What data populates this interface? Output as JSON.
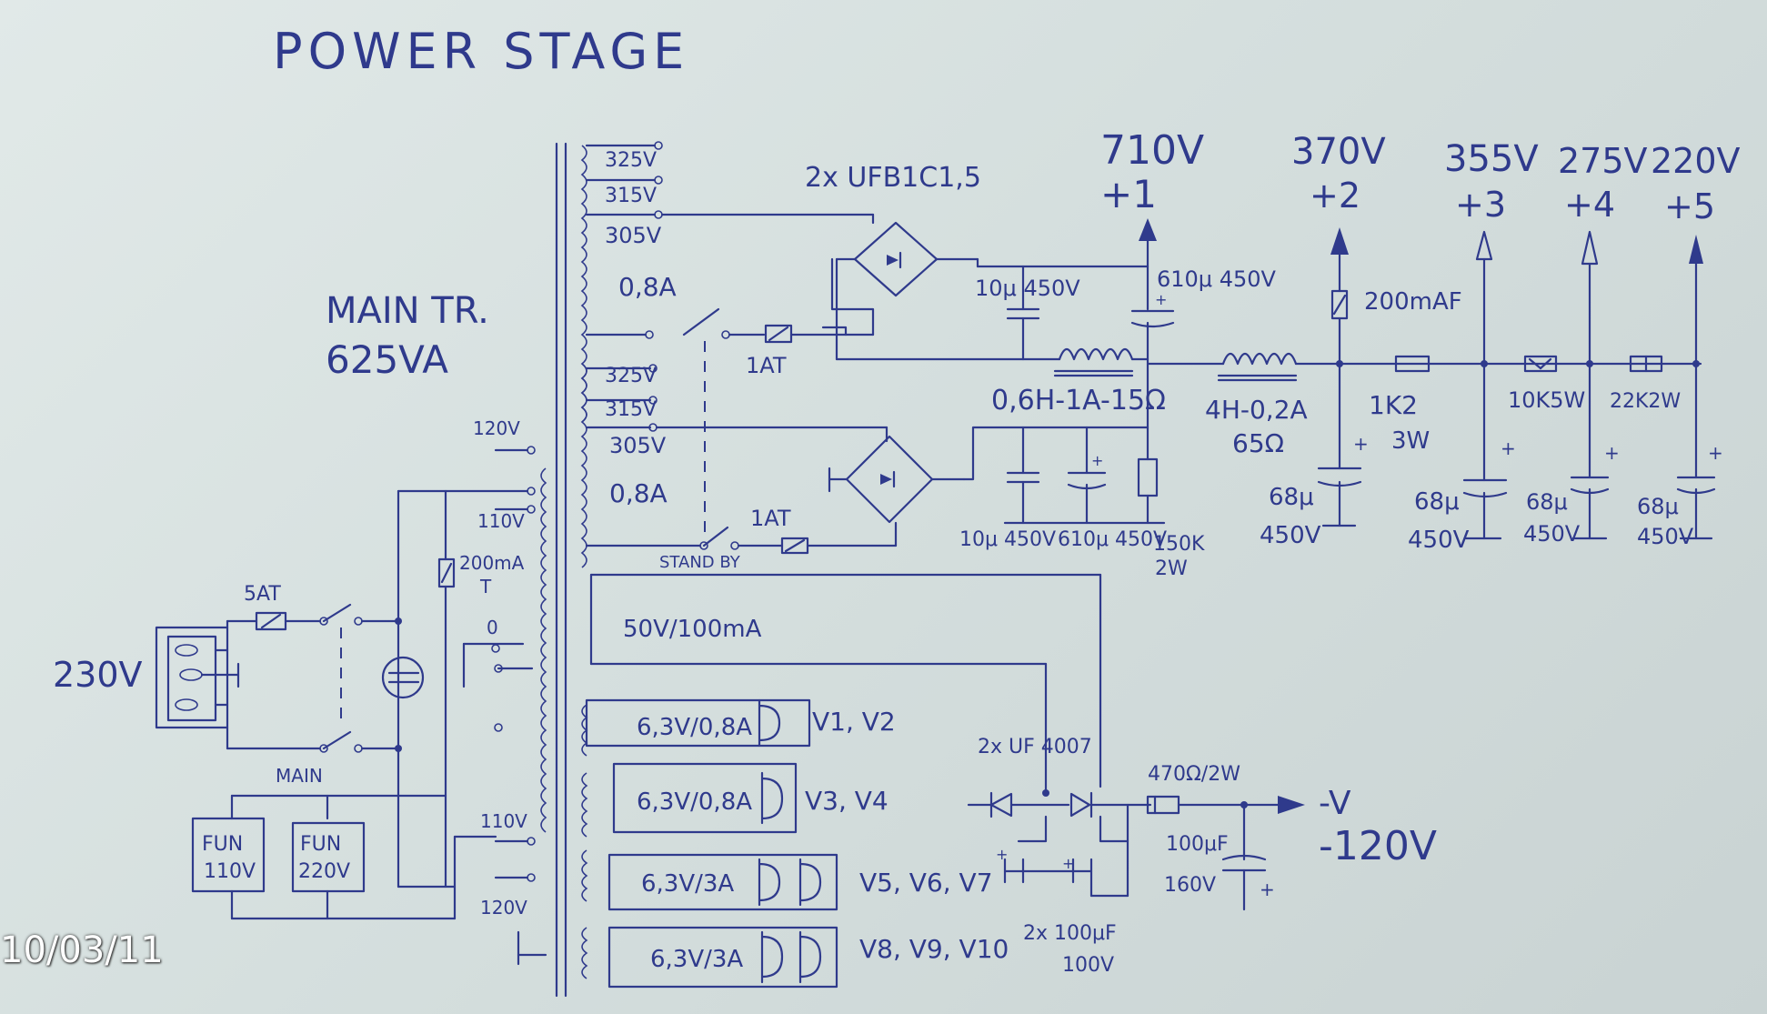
{
  "title": "POWER STAGE",
  "transformer": {
    "name": "MAIN TR.",
    "rating": "625VA"
  },
  "mains": {
    "input": "230V",
    "fuse": "5AT",
    "switch": "MAIN",
    "primary_fuse": "200mA",
    "primary_fuse_type": "T",
    "taps": [
      "120V",
      "110V",
      "0",
      "110V",
      "120V"
    ],
    "fans": [
      "FUN\n110V",
      "FUN\n220V"
    ]
  },
  "secondary1": {
    "taps": [
      "325V",
      "315V",
      "305V"
    ],
    "current": "0,8A",
    "fuse": "1AT",
    "bridge": "2x UFB1C1,5"
  },
  "secondary2": {
    "taps": [
      "325V",
      "315V",
      "305V"
    ],
    "current": "0,8A",
    "fuse": "1AT",
    "switch": "STAND BY"
  },
  "rails": [
    {
      "voltage": "710V",
      "id": "+1"
    },
    {
      "voltage": "370V",
      "id": "+2"
    },
    {
      "voltage": "355V",
      "id": "+3"
    },
    {
      "voltage": "275V",
      "id": "+4"
    },
    {
      "voltage": "220V",
      "id": "+5"
    }
  ],
  "components": {
    "c_top": "10μ 450V",
    "c_top_elec": "610μ 450V",
    "choke1": "0,6H-1A-15Ω",
    "c_bot1": "10μ 450V",
    "c_bot2": "610μ 450V",
    "r_bleed": "150K",
    "r_bleed_w": "2W",
    "choke2": "4H-0,2A",
    "choke2_r": "65Ω",
    "fuse2": "200mAF",
    "c2": "68μ",
    "c2v": "450V",
    "r1": "1K2",
    "r1w": "3W",
    "c3": "68μ",
    "c3v": "450V",
    "r2": "10K5W",
    "c4": "68μ",
    "c4v": "450V",
    "r3": "22K2W",
    "c5": "68μ",
    "c5v": "450V"
  },
  "bias": {
    "winding": "50V/100mA",
    "diodes": "2x UF 4007",
    "resistor": "470Ω/2W",
    "cap": "100μF",
    "cap_v": "160V",
    "caps2": "2x 100μF",
    "caps2_v": "100V",
    "out": "-V",
    "out_v": "-120V"
  },
  "heaters": [
    {
      "winding": "6,3V/0,8A",
      "tubes": "V1, V2"
    },
    {
      "winding": "6,3V/0,8A",
      "tubes": "V3, V4"
    },
    {
      "winding": "6,3V/3A",
      "tubes": "V5, V6, V7"
    },
    {
      "winding": "6,3V/3A",
      "tubes": "V8, V9, V10"
    }
  ],
  "timestamp": "10/03/11"
}
